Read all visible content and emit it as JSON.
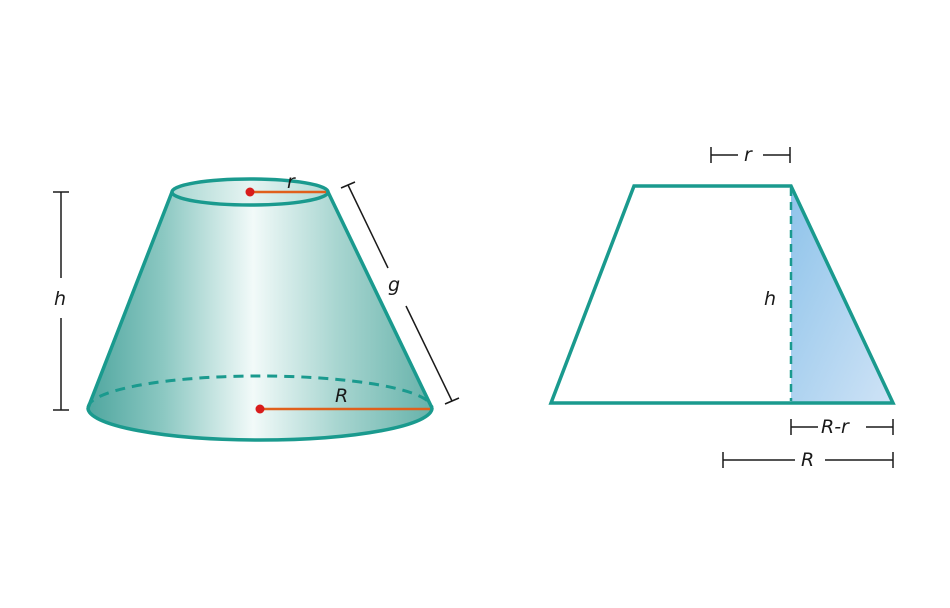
{
  "frustum": {
    "label_h": "h",
    "label_g": "g",
    "label_r": "r",
    "label_R": "R"
  },
  "section": {
    "label_r": "r",
    "label_h": "h",
    "label_R_minus_r": "R-r",
    "label_R": "R"
  },
  "colors": {
    "outline": "#1a9a8e",
    "radius_line": "#e0601c",
    "center_dot": "#d81c1c",
    "dimension_line": "#1a1a1a",
    "triangle_fill": "#a8d1ef"
  }
}
